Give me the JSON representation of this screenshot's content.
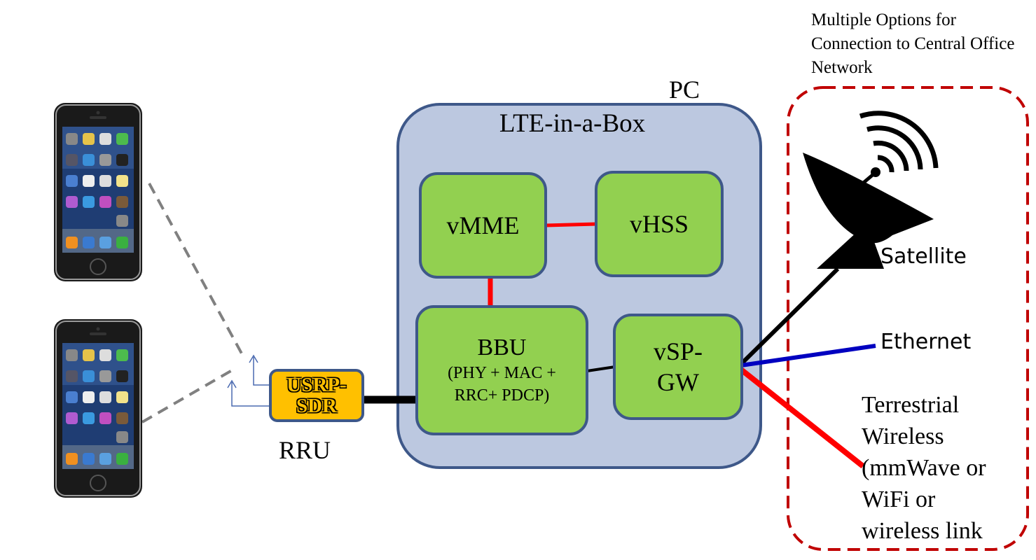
{
  "labels": {
    "pc": "PC",
    "lte_box": "LTE-in-a-Box",
    "rru": "RRU",
    "usrp_line1": "USRP-",
    "usrp_line2": "SDR",
    "multiple_options": "Multiple Options for Connection to Central Office Network",
    "satellite": "Satellite",
    "ethernet": "Ethernet",
    "terrestrial_line1": "Terrestrial",
    "terrestrial_line2": "Wireless",
    "terrestrial_line3": "(mmWave or",
    "terrestrial_line4": "WiFi or",
    "terrestrial_line5": "wireless link"
  },
  "blocks": {
    "vmme": "vMME",
    "vhss": "vHSS",
    "bbu_title": "BBU",
    "bbu_line1": "(PHY + MAC +",
    "bbu_line2": "RRC+ PDCP)",
    "vspgw_line1": "vSP-",
    "vspgw_line2": "GW"
  },
  "colors": {
    "block_fill": "#92d050",
    "block_border": "#3e5889",
    "pc_fill": "#bcc8e0",
    "usrp_fill": "#ffc000",
    "internal_link": "#ff0000",
    "satellite_link": "#000000",
    "ethernet_link": "#0000c0",
    "terrestrial_link": "#ff0000",
    "wireless_dashes": "#808080",
    "dashed_region": "#c00000"
  },
  "icons": [
    "smartphone-icon",
    "smartphone-icon",
    "antenna-icon",
    "satellite-dish-icon"
  ]
}
